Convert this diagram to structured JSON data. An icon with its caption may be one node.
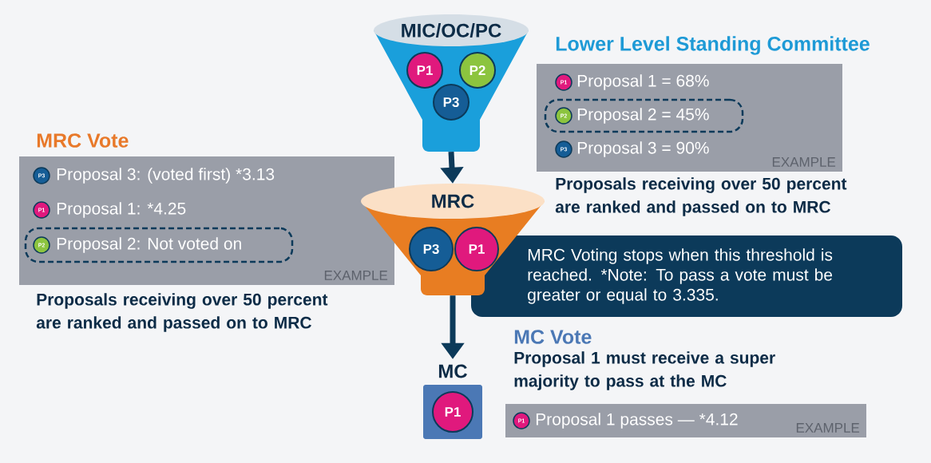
{
  "diagram": {
    "nodes": [
      {
        "text": [
          "MIC/OC/PC"
        ]
      },
      {
        "text": [
          "P1"
        ],
        "in": 0
      },
      {
        "text": [
          "P2"
        ],
        "in": 0
      },
      {
        "text": [
          "P3"
        ],
        "in": 0
      },
      {
        "text": [
          "Lower Level Standing Committee",
          "EXAMPLE"
        ]
      },
      {
        "text": [
          "P1"
        ],
        "in": 4,
        "beside": [
          "Proposal 1 = 68%"
        ]
      },
      {
        "text": [
          "Proposal 2 = 45%"
        ],
        "in": 4
      },
      {
        "text": [
          "P2"
        ],
        "in": 6
      },
      {
        "text": [
          "P3"
        ],
        "in": 4,
        "beside": [
          "Proposal 3 = 90%"
        ]
      },
      {
        "text": [
          "MRC Vote",
          "EXAMPLE"
        ]
      },
      {
        "text": [
          "P3"
        ],
        "in": 9,
        "beside": [
          "Proposal 3: (voted first) *3.13"
        ]
      },
      {
        "text": [
          "P1"
        ],
        "in": 9,
        "beside": [
          "Proposal 1: *4.25"
        ]
      },
      {
        "text": [
          "Proposal 2: Not voted on"
        ],
        "in": 9
      },
      {
        "text": [
          "P2"
        ],
        "in": 12
      },
      {
        "text": [
          "MRC"
        ]
      },
      {
        "text": [
          "P3"
        ],
        "in": 14
      },
      {
        "text": [
          "P1"
        ],
        "in": 14
      },
      {
        "text": [
          "MRC Voting stops when this threshold is reached. *Note: To pass a vote must be greater or equal to 3.335."
        ]
      },
      {
        "text": [
          "MC"
        ]
      },
      {
        "text": [
          "P1"
        ],
        "in": 18
      },
      {
        "text": [
          "MC Vote",
          "Proposal 1 must receive a super majority to pass at the MC",
          "EXAMPLE"
        ]
      },
      {
        "text": [
          "P1"
        ],
        "in": 20,
        "beside": [
          "Proposal 1 passes — *4.12"
        ]
      }
    ],
    "edges": [
      {
        "from": 0,
        "to": 14,
        "arrow": "to"
      },
      {
        "from": 14,
        "to": 18,
        "arrow": "to"
      }
    ],
    "labels": [
      "Proposals receiving over 50 percent are ranked and passed on to MRC",
      "Proposals receiving over 50 percent are ranked and passed on to MRC"
    ]
  }
}
